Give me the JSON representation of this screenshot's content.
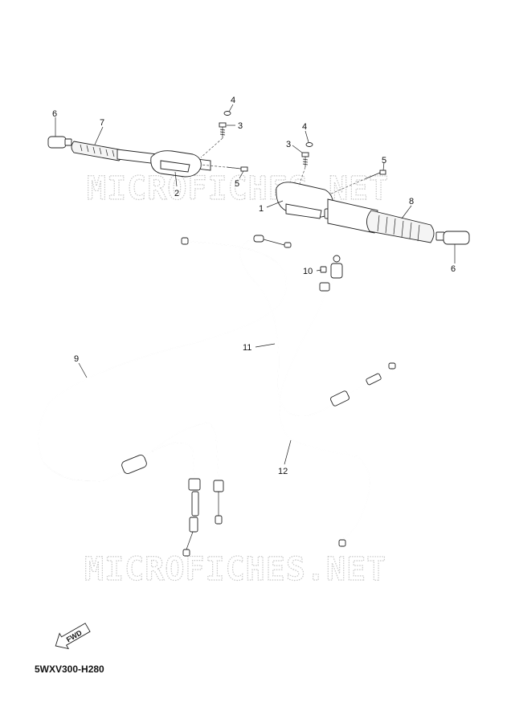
{
  "watermark": "MICROFICHES.NET",
  "diagram_code": "5WXV300-H280",
  "fwd_label": "FWD",
  "callouts": {
    "c1": "1",
    "c2": "2",
    "c3a": "3",
    "c3b": "3",
    "c4a": "4",
    "c4b": "4",
    "c5a": "5",
    "c5b": "5",
    "c6a": "6",
    "c6b": "6",
    "c7": "7",
    "c8": "8",
    "c9": "9",
    "c10": "10",
    "c11": "11",
    "c12": "12"
  }
}
